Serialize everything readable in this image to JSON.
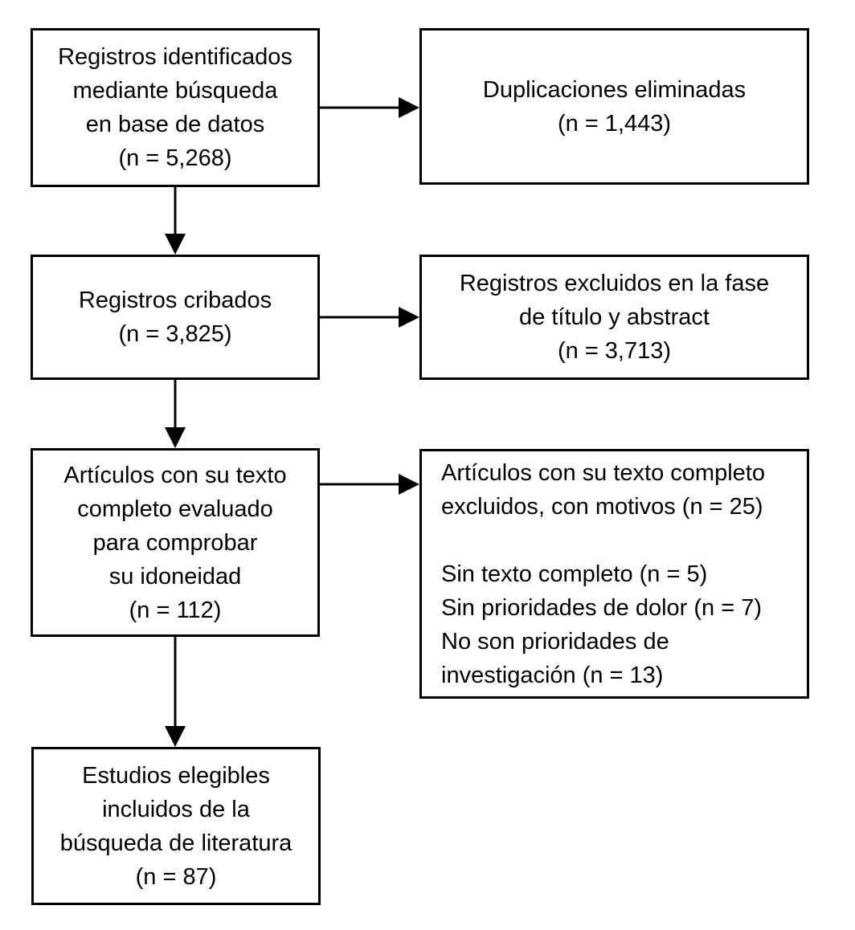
{
  "diagram": {
    "title": "PRISMA literature search flow diagram (Spanish)",
    "colors": {
      "border": "#000000",
      "text": "#000000",
      "background": "#ffffff"
    },
    "boxes": {
      "identified": {
        "lines": [
          "Registros identificados",
          "mediante búsqueda",
          "en base de datos",
          "(n = 5,268)"
        ],
        "n": "5,268"
      },
      "duplicates": {
        "lines": [
          "Duplicaciones eliminadas",
          "(n = 1,443)"
        ],
        "n": "1,443"
      },
      "screened": {
        "lines": [
          "Registros cribados",
          "(n = 3,825)"
        ],
        "n": "3,825"
      },
      "excluded_title_abstract": {
        "lines": [
          "Registros excluidos en la fase",
          "de título y abstract",
          "(n = 3,713)"
        ],
        "n": "3,713"
      },
      "fulltext_assessed": {
        "lines": [
          "Artículos con su texto",
          "completo evaluado",
          "para comprobar",
          "su idoneidad",
          "(n = 112)"
        ],
        "n": "112"
      },
      "fulltext_excluded": {
        "lines": [
          "Artículos con su texto completo",
          "excluidos, con motivos (n = 25)",
          "",
          "Sin texto completo (n = 5)",
          "Sin prioridades de dolor (n = 7)",
          "No son prioridades de",
          "investigación (n = 13)"
        ],
        "n": "25"
      },
      "included": {
        "lines": [
          "Estudios elegibles",
          "incluidos de la",
          "búsqueda de literatura",
          "(n = 87)"
        ],
        "n": "87"
      }
    }
  }
}
